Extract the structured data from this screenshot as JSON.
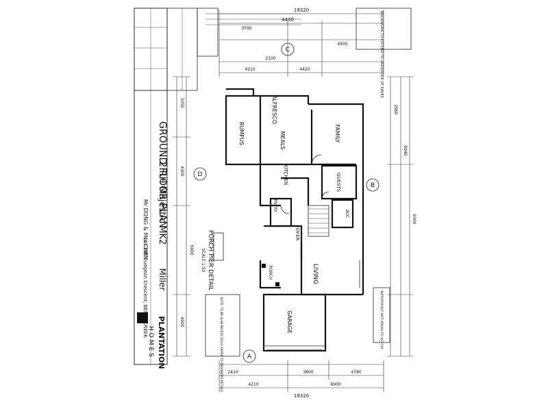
{
  "title_block": {
    "plan_title": "GROUND FLOOR PLAN",
    "sheet_no": "2",
    "design": "RH Majestic MK2",
    "client": "Mr DONG & Mrs CHEN",
    "lot": "Lot 188 Cudgeon Crescent, BERRY CREEK",
    "builder_name": "Miller",
    "brand": "PLANTATION",
    "brand_sub": "HOMES"
  },
  "rooms": {
    "alfresco": "ALFRESCO",
    "family": "FAMILY",
    "meals": "MEALS",
    "rumpus": "RUMPUS",
    "kitchen": "KITCHEN",
    "guests": "GUESTS",
    "living": "LIVING",
    "garage": "GARAGE",
    "wc": "W/C",
    "pantry": "PNTRY",
    "foyer": "FOYER",
    "porch": "PORCH"
  },
  "porch_detail": {
    "title": "PORCH PIER DETAIL",
    "scale": "SCALE 1:50"
  },
  "dimensions": {
    "top_overall": "18320",
    "top_a": "4400",
    "top_b": "3790",
    "top_c": "4900",
    "top_d": "2100",
    "top_e": "4210",
    "top_f": "4420",
    "bottom_overall": "18320",
    "bottom_a": "4210",
    "bottom_b": "6900",
    "bottom_c": "4780",
    "bottom_d": "2410",
    "bottom_e": "3800",
    "right_a": "2960",
    "right_b": "6940",
    "right_c": "9300",
    "left_a": "3350",
    "left_b": "4300",
    "left_c": "5900",
    "left_d": "4900"
  },
  "grid_markers": [
    "A",
    "B",
    "C",
    "D"
  ],
  "notes": {
    "garage_note": "NOTE: TO BE SLAB RECESS 50mm REFER TO ENGINEERS DETAILS",
    "bathroom_note": "WATERPROOF WET AREAS TO AS3740",
    "top_note": "BRICKWORK TO EXTEND TO UNDERSIDE OF EAVES"
  }
}
